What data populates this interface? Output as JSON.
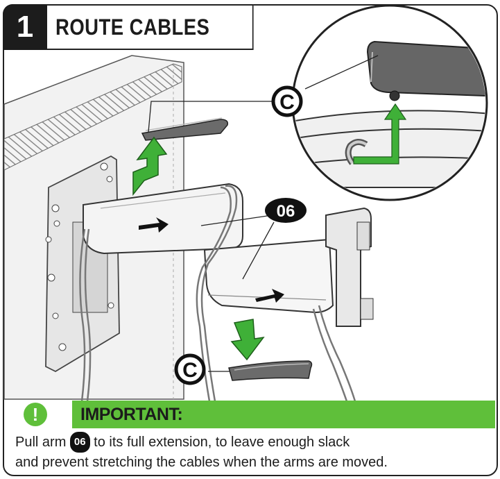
{
  "step": {
    "number": "1",
    "title": "ROUTE CABLES"
  },
  "callouts": {
    "part_c": "C",
    "part_06": "06"
  },
  "important": {
    "label": "IMPORTANT:",
    "icon": "exclamation-icon",
    "text_before": "Pull arm",
    "part_ref": "06",
    "text_line1_after": "to its full extension, to leave enough slack",
    "text_line2": "and prevent stretching the cables when the arms are moved."
  },
  "colors": {
    "accent_green": "#5fbf3a",
    "ink": "#1c1c1c",
    "arrow_green": "#3fb038"
  }
}
